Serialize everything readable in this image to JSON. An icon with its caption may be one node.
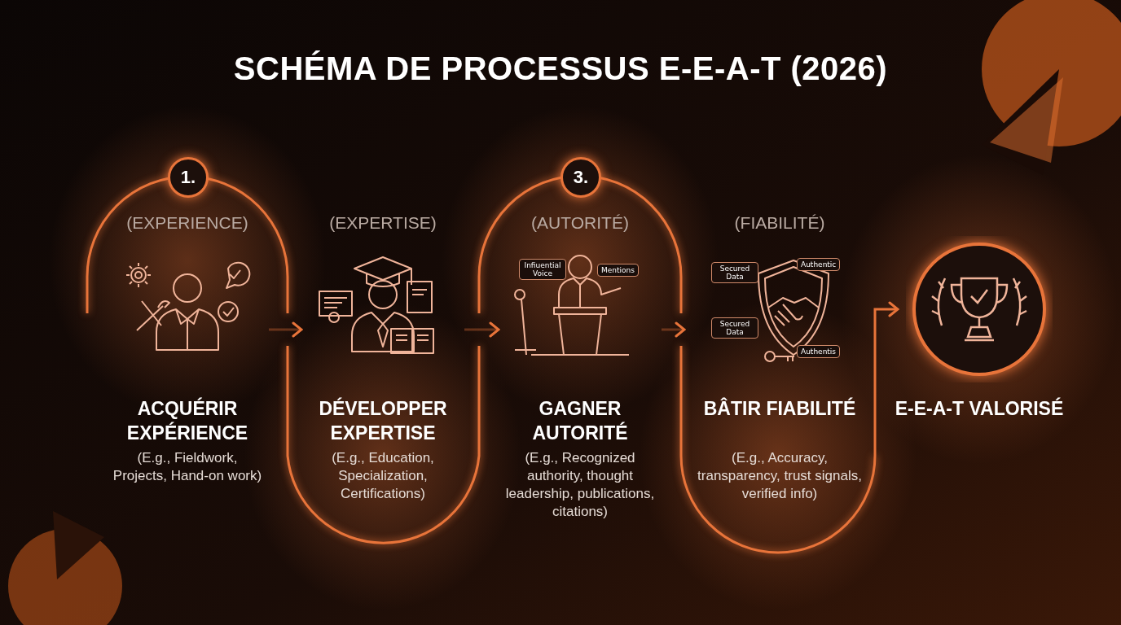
{
  "diagram": {
    "title": "SCHÉMA DE PROCESSUS E-E-A-T (2026)",
    "nodes": [
      {
        "text": [
          "(EXPERIENCE)",
          "ACQUÉRIR EXPÉRIENCE",
          "(E.g., Fieldwork, Projects, Hand-on work)"
        ]
      },
      {
        "text": [
          "(EXPERTISE)",
          "DÉVELOPPER EXPERTISE",
          "(E.g., Education, Specialization, Certifications)"
        ]
      },
      {
        "text": [
          "(AUTORITÉ)",
          "GAGNER AUTORITÉ",
          "(E.g., Recognized authority, thought leadership, publications, citations)"
        ]
      },
      {
        "text": [
          "(FIABILITÉ)",
          "BÂTIR FIABILITÉ",
          "(E.g., Accuracy, transparency, trust signals, verified info)"
        ]
      },
      {
        "text": [
          "E-E-A-T VALORISÉ"
        ]
      },
      {
        "text": [
          "1."
        ]
      },
      {
        "text": [
          "3."
        ]
      },
      {
        "text": [
          "Infiuential Voice"
        ],
        "in": 2
      },
      {
        "text": [
          "Mentions"
        ],
        "in": 2
      },
      {
        "text": [
          "Secured Data"
        ]
      },
      {
        "text": [
          "Authentic"
        ]
      },
      {
        "text": [
          "Secured Data"
        ]
      },
      {
        "text": [
          "Authentis"
        ]
      }
    ],
    "edges": [
      {
        "from": 0,
        "to": 1,
        "arrow": "to"
      },
      {
        "from": 1,
        "to": 2,
        "arrow": "to"
      },
      {
        "from": 2,
        "to": 3,
        "arrow": "to"
      },
      {
        "from": 3,
        "to": 4,
        "arrow": "to"
      }
    ]
  }
}
